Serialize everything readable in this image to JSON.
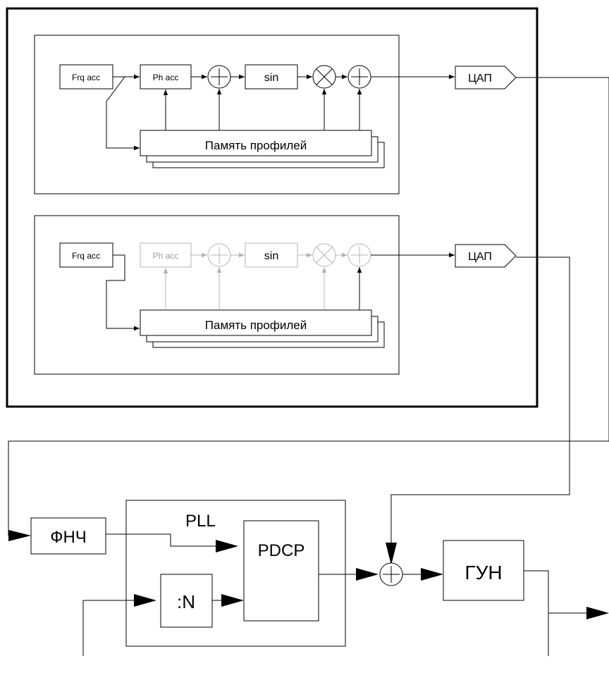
{
  "channel1": {
    "frq_acc": "Frq acc",
    "ph_acc": "Ph acc",
    "sin": "sin",
    "memory": "Память профилей",
    "dac": "ЦАП"
  },
  "channel2": {
    "frq_acc": "Frq acc",
    "ph_acc": "Ph acc",
    "sin": "sin",
    "memory": "Память профилей",
    "dac": "ЦАП"
  },
  "pll": {
    "title": "PLL",
    "pdcp": "PDCP",
    "divider": ":N"
  },
  "lpf": "ФНЧ",
  "vco": "ГУН",
  "colors": {
    "line": "#000000",
    "inactive": "#b3b3b3",
    "background": "#ffffff"
  }
}
